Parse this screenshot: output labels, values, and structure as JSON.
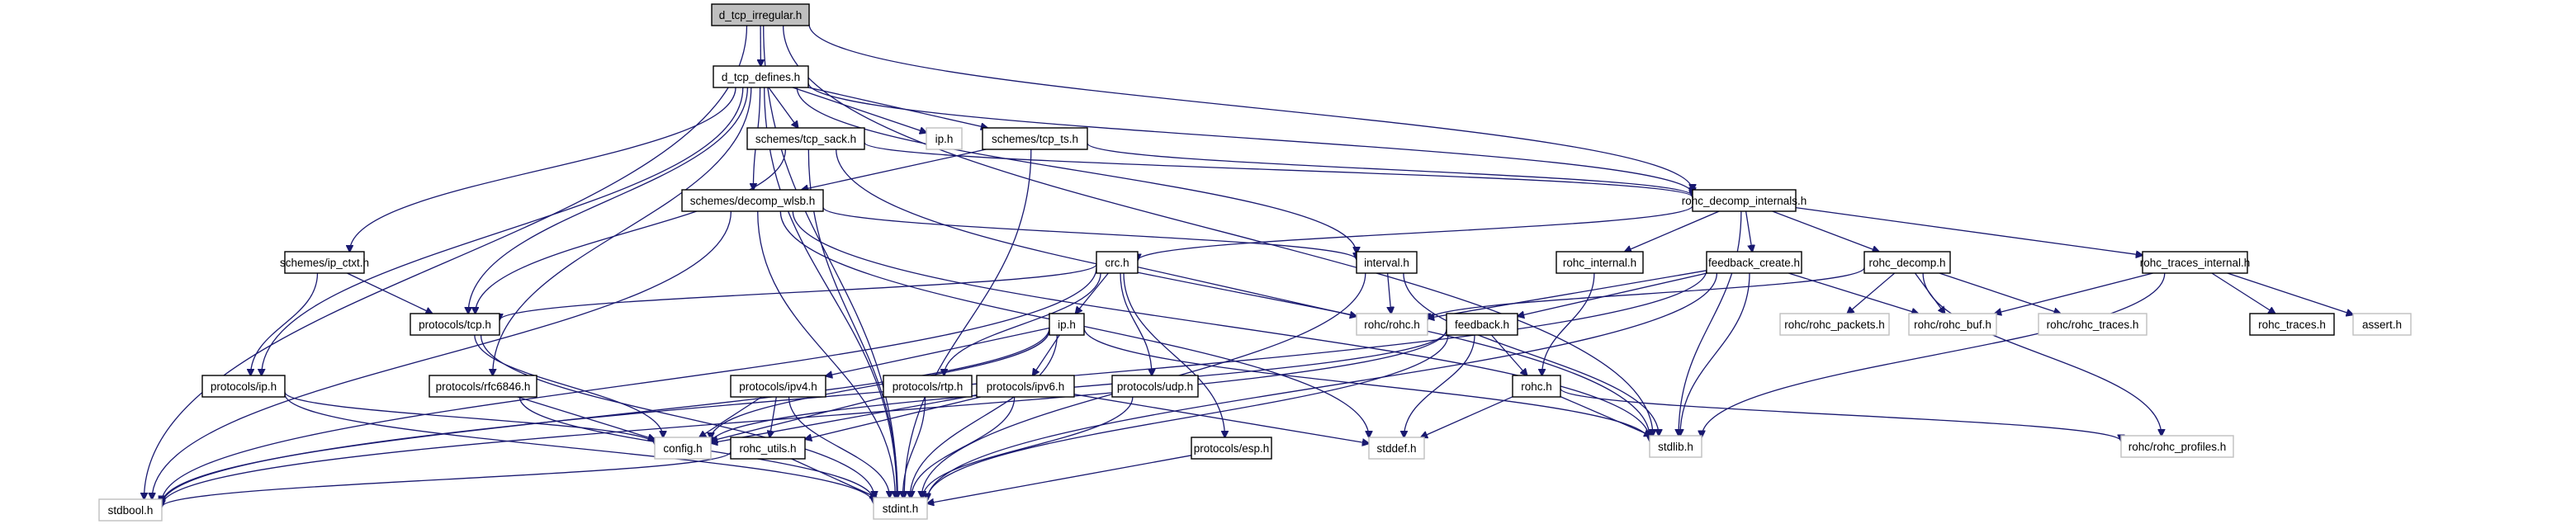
{
  "title": "d_tcp_irregular.h include dependency graph",
  "colors": {
    "edge": "#191970",
    "root_fill": "#bfbfbf",
    "node_border": "#000000",
    "external_border": "#bfbfbf",
    "node_fill": "#ffffff"
  },
  "nodes": [
    {
      "id": "d_tcp_irregular",
      "label": "d_tcp_irregular.h",
      "kind": "root"
    },
    {
      "id": "d_tcp_defines",
      "label": "d_tcp_defines.h",
      "kind": "internal"
    },
    {
      "id": "tcp_sack",
      "label": "schemes/tcp_sack.h",
      "kind": "internal"
    },
    {
      "id": "ip_top",
      "label": "ip.h",
      "kind": "external"
    },
    {
      "id": "tcp_ts",
      "label": "schemes/tcp_ts.h",
      "kind": "internal"
    },
    {
      "id": "decomp_wlsb",
      "label": "schemes/decomp_wlsb.h",
      "kind": "internal"
    },
    {
      "id": "rohc_decomp_internals",
      "label": "rohc_decomp_internals.h",
      "kind": "internal"
    },
    {
      "id": "ip_ctxt",
      "label": "schemes/ip_ctxt.h",
      "kind": "internal"
    },
    {
      "id": "crc",
      "label": "crc.h",
      "kind": "internal"
    },
    {
      "id": "interval",
      "label": "interval.h",
      "kind": "internal"
    },
    {
      "id": "rohc_internal",
      "label": "rohc_internal.h",
      "kind": "internal"
    },
    {
      "id": "feedback_create",
      "label": "feedback_create.h",
      "kind": "internal"
    },
    {
      "id": "rohc_decomp",
      "label": "rohc_decomp.h",
      "kind": "internal"
    },
    {
      "id": "rohc_traces_internal",
      "label": "rohc_traces_internal.h",
      "kind": "internal"
    },
    {
      "id": "protocols_tcp",
      "label": "protocols/tcp.h",
      "kind": "internal"
    },
    {
      "id": "ip_mid",
      "label": "ip.h",
      "kind": "internal"
    },
    {
      "id": "rohc_rohc",
      "label": "rohc/rohc.h",
      "kind": "external"
    },
    {
      "id": "feedback",
      "label": "feedback.h",
      "kind": "internal"
    },
    {
      "id": "rohc_packets",
      "label": "rohc/rohc_packets.h",
      "kind": "external"
    },
    {
      "id": "rohc_buf",
      "label": "rohc/rohc_buf.h",
      "kind": "external"
    },
    {
      "id": "rohc_rohc_traces",
      "label": "rohc/rohc_traces.h",
      "kind": "external"
    },
    {
      "id": "rohc_traces",
      "label": "rohc_traces.h",
      "kind": "internal"
    },
    {
      "id": "assert",
      "label": "assert.h",
      "kind": "external"
    },
    {
      "id": "protocols_ip",
      "label": "protocols/ip.h",
      "kind": "internal"
    },
    {
      "id": "rfc6846",
      "label": "protocols/rfc6846.h",
      "kind": "internal"
    },
    {
      "id": "ipv4",
      "label": "protocols/ipv4.h",
      "kind": "internal"
    },
    {
      "id": "rtp",
      "label": "protocols/rtp.h",
      "kind": "internal"
    },
    {
      "id": "ipv6",
      "label": "protocols/ipv6.h",
      "kind": "internal"
    },
    {
      "id": "udp",
      "label": "protocols/udp.h",
      "kind": "internal"
    },
    {
      "id": "rohc_h",
      "label": "rohc.h",
      "kind": "internal"
    },
    {
      "id": "config",
      "label": "config.h",
      "kind": "external"
    },
    {
      "id": "rohc_utils",
      "label": "rohc_utils.h",
      "kind": "internal"
    },
    {
      "id": "esp",
      "label": "protocols/esp.h",
      "kind": "internal"
    },
    {
      "id": "stddef",
      "label": "stddef.h",
      "kind": "external"
    },
    {
      "id": "stdlib",
      "label": "stdlib.h",
      "kind": "external"
    },
    {
      "id": "rohc_profiles",
      "label": "rohc/rohc_profiles.h",
      "kind": "external"
    },
    {
      "id": "stdbool",
      "label": "stdbool.h",
      "kind": "external"
    },
    {
      "id": "stdint",
      "label": "stdint.h",
      "kind": "external"
    }
  ],
  "edges": [
    [
      "d_tcp_irregular",
      "d_tcp_defines"
    ],
    [
      "d_tcp_irregular",
      "stdbool"
    ],
    [
      "d_tcp_irregular",
      "stdint"
    ],
    [
      "d_tcp_irregular",
      "rohc_decomp_internals"
    ],
    [
      "d_tcp_irregular",
      "stdlib"
    ],
    [
      "d_tcp_defines",
      "tcp_sack"
    ],
    [
      "d_tcp_defines",
      "ip_top"
    ],
    [
      "d_tcp_defines",
      "tcp_ts"
    ],
    [
      "d_tcp_defines",
      "decomp_wlsb"
    ],
    [
      "d_tcp_defines",
      "ip_ctxt"
    ],
    [
      "d_tcp_defines",
      "protocols_tcp"
    ],
    [
      "d_tcp_defines",
      "protocols_ip"
    ],
    [
      "d_tcp_defines",
      "rfc6846"
    ],
    [
      "d_tcp_defines",
      "interval"
    ],
    [
      "d_tcp_defines",
      "rohc_decomp_internals"
    ],
    [
      "d_tcp_defines",
      "stdint"
    ],
    [
      "tcp_sack",
      "protocols_tcp"
    ],
    [
      "tcp_sack",
      "rohc_decomp_internals"
    ],
    [
      "tcp_sack",
      "stdint"
    ],
    [
      "tcp_sack",
      "stdlib"
    ],
    [
      "tcp_ts",
      "decomp_wlsb"
    ],
    [
      "tcp_ts",
      "rohc_decomp_internals"
    ],
    [
      "tcp_ts",
      "stdint"
    ],
    [
      "decomp_wlsb",
      "interval"
    ],
    [
      "decomp_wlsb",
      "stdbool"
    ],
    [
      "decomp_wlsb",
      "stdint"
    ],
    [
      "decomp_wlsb",
      "stddef"
    ],
    [
      "decomp_wlsb",
      "stdlib"
    ],
    [
      "rohc_decomp_internals",
      "crc"
    ],
    [
      "rohc_decomp_internals",
      "rohc_internal"
    ],
    [
      "rohc_decomp_internals",
      "feedback_create"
    ],
    [
      "rohc_decomp_internals",
      "rohc_decomp"
    ],
    [
      "rohc_decomp_internals",
      "rohc_traces_internal"
    ],
    [
      "rohc_decomp_internals",
      "stdlib"
    ],
    [
      "ip_ctxt",
      "protocols_tcp"
    ],
    [
      "ip_ctxt",
      "protocols_ip"
    ],
    [
      "crc",
      "protocols_tcp"
    ],
    [
      "crc",
      "ip_mid"
    ],
    [
      "crc",
      "rohc_rohc"
    ],
    [
      "crc",
      "rtp"
    ],
    [
      "crc",
      "udp"
    ],
    [
      "crc",
      "esp"
    ],
    [
      "crc",
      "stdbool"
    ],
    [
      "interval",
      "rohc_rohc"
    ],
    [
      "interval",
      "stdint"
    ],
    [
      "interval",
      "stdlib"
    ],
    [
      "rohc_internal",
      "rohc_h"
    ],
    [
      "feedback_create",
      "feedback"
    ],
    [
      "feedback_create",
      "rohc_rohc"
    ],
    [
      "feedback_create",
      "rohc_buf"
    ],
    [
      "feedback_create",
      "stdlib"
    ],
    [
      "feedback_create",
      "stdint"
    ],
    [
      "feedback_create",
      "stdbool"
    ],
    [
      "rohc_decomp",
      "rohc_rohc"
    ],
    [
      "rohc_decomp",
      "rohc_packets"
    ],
    [
      "rohc_decomp",
      "rohc_buf"
    ],
    [
      "rohc_decomp",
      "rohc_rohc_traces"
    ],
    [
      "rohc_decomp",
      "rohc_profiles"
    ],
    [
      "rohc_traces_internal",
      "rohc_buf"
    ],
    [
      "rohc_traces_internal",
      "rohc_traces"
    ],
    [
      "rohc_traces_internal",
      "assert"
    ],
    [
      "rohc_traces_internal",
      "stdlib"
    ],
    [
      "protocols_tcp",
      "config"
    ],
    [
      "protocols_tcp",
      "stdint"
    ],
    [
      "ip_mid",
      "ipv4"
    ],
    [
      "ip_mid",
      "ipv6"
    ],
    [
      "ip_mid",
      "config"
    ],
    [
      "ip_mid",
      "stdint"
    ],
    [
      "ip_mid",
      "stdlib"
    ],
    [
      "ip_mid",
      "stdbool"
    ],
    [
      "feedback",
      "rohc_h"
    ],
    [
      "feedback",
      "stddef"
    ],
    [
      "feedback",
      "stdint"
    ],
    [
      "feedback",
      "config"
    ],
    [
      "feedback",
      "stdbool"
    ],
    [
      "protocols_ip",
      "config"
    ],
    [
      "protocols_ip",
      "stdint"
    ],
    [
      "rfc6846",
      "config"
    ],
    [
      "rfc6846",
      "stdint"
    ],
    [
      "ipv4",
      "config"
    ],
    [
      "ipv4",
      "rohc_utils"
    ],
    [
      "ipv4",
      "stdint"
    ],
    [
      "rtp",
      "config"
    ],
    [
      "rtp",
      "stdint"
    ],
    [
      "ipv6",
      "config"
    ],
    [
      "ipv6",
      "rohc_utils"
    ],
    [
      "ipv6",
      "stdint"
    ],
    [
      "ipv6",
      "stddef"
    ],
    [
      "udp",
      "stdint"
    ],
    [
      "rohc_h",
      "stddef"
    ],
    [
      "rohc_h",
      "stdlib"
    ],
    [
      "rohc_h",
      "rohc_profiles"
    ],
    [
      "rohc_utils",
      "stdint"
    ],
    [
      "rohc_utils",
      "stdbool"
    ],
    [
      "esp",
      "stdint"
    ]
  ]
}
